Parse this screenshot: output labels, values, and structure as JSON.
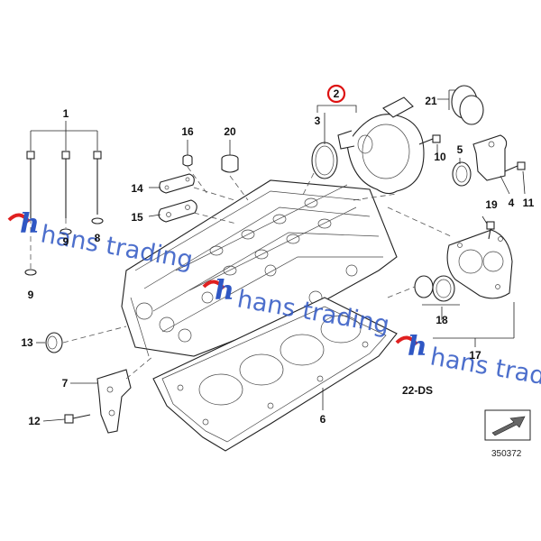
{
  "callouts": {
    "c1": "1",
    "c2": "2",
    "c3": "3",
    "c4": "4",
    "c5": "5",
    "c6": "6",
    "c7": "7",
    "c8": "8",
    "c9a": "9",
    "c9b": "9",
    "c10": "10",
    "c11": "11",
    "c12": "12",
    "c13": "13",
    "c14": "14",
    "c15": "15",
    "c16": "16",
    "c17": "17",
    "c18": "18",
    "c19": "19",
    "c20": "20",
    "c21": "21"
  },
  "label_22ds": "22-DS",
  "diagram_number": "350372",
  "watermarks": [
    "hans trading",
    "hans trading",
    "hans trad"
  ],
  "colors": {
    "highlight": "#d11",
    "watermark_text": "#2f57c4",
    "logo_blue": "#2f57c4",
    "logo_red": "#e02020"
  }
}
